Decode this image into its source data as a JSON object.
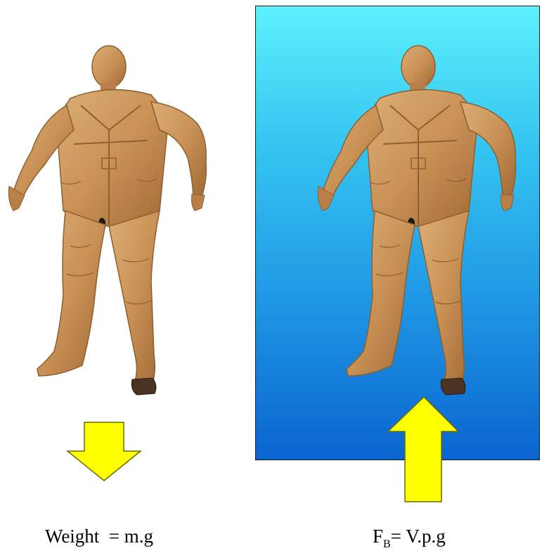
{
  "captions": {
    "weight": "Weight  = m.g",
    "buoyancy_symbol": "F",
    "buoyancy_subscript": "B",
    "buoyancy_rest": "= V.p.g"
  },
  "colors": {
    "suit": "#c99256",
    "suit_shadow": "#8e5f2e",
    "arrow_fill": "#ffff00",
    "arrow_stroke": "#6b6b00",
    "water_top": "#5ef0fc",
    "water_bottom": "#0a64cf"
  },
  "icons": {
    "left_figure": "suited-figure-icon",
    "right_figure": "suited-figure-icon",
    "down_arrow": "down-arrow-icon",
    "up_arrow": "up-arrow-icon"
  }
}
